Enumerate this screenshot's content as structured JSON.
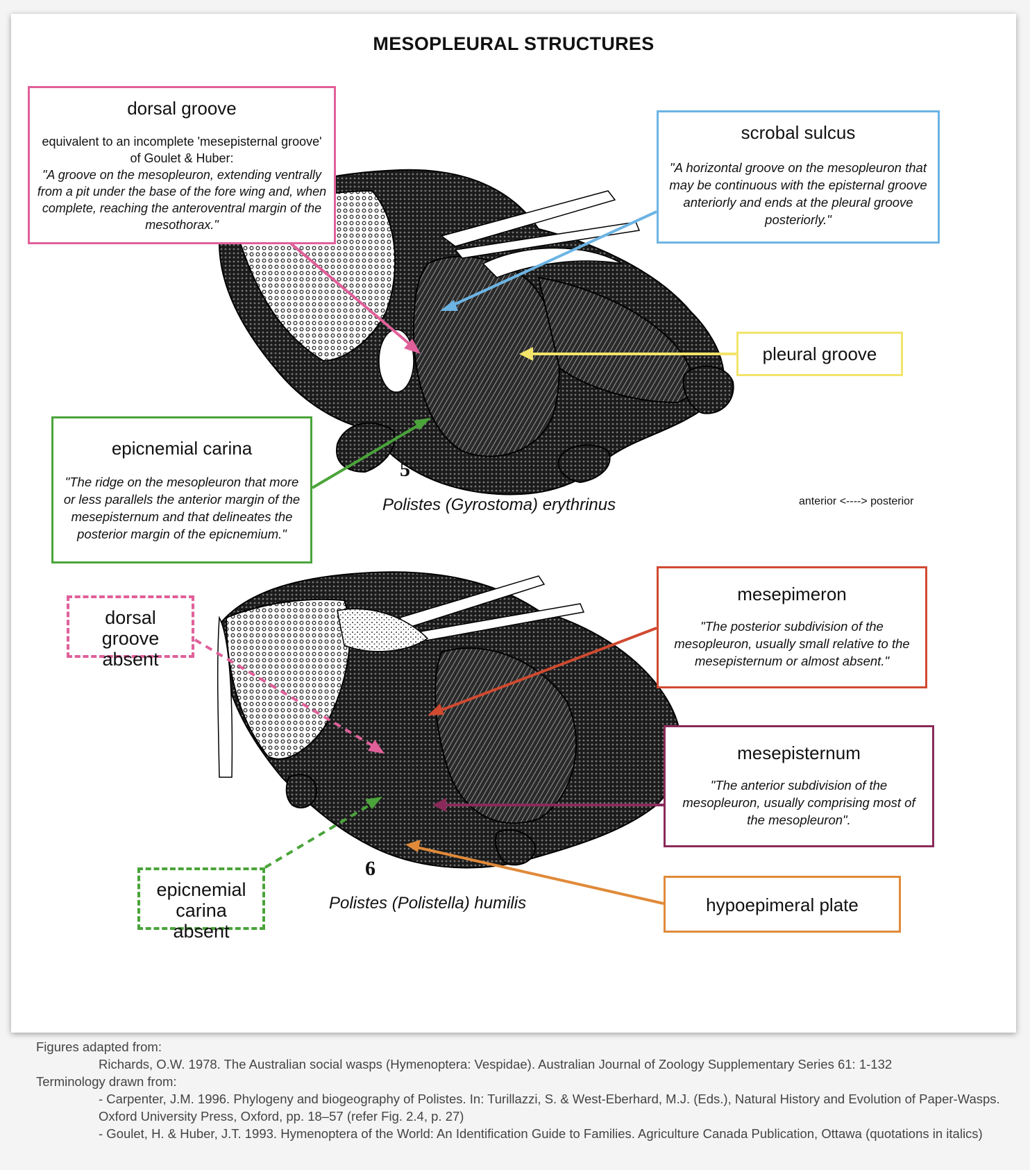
{
  "title": "MESOPLEURAL STRUCTURES",
  "figure5": {
    "number": "5",
    "caption": "Polistes (Gyrostoma) erythrinus"
  },
  "figure6": {
    "number": "6",
    "caption": "Polistes (Polistella) humilis"
  },
  "orientation": "anterior <----> posterior",
  "labels": {
    "dorsal_groove": {
      "head": "dorsal groove",
      "line1": "equivalent to an incomplete 'mesepisternal groove' of Goulet & Huber:",
      "quote": "\"A groove on the mesopleuron, extending ventrally from a pit under the base of the fore wing and, when complete, reaching the anteroventral margin of the mesothorax.\"",
      "color": "#e0609a"
    },
    "scrobal_sulcus": {
      "head": "scrobal sulcus",
      "quote": "\"A horizontal groove on the mesopleuron that may be continuous with the episternal groove anteriorly and ends at the pleural groove posteriorly.\"",
      "color": "#6cb4e4"
    },
    "pleural_groove": {
      "head": "pleural groove",
      "color": "#f2e46a"
    },
    "epicnemial_carina": {
      "head": "epicnemial carina",
      "quote": "\"The ridge on the mesopleuron that more or less parallels the anterior margin of the mesepisternum and that delineates the posterior margin of the epicnemium.\"",
      "color": "#4aa43a"
    },
    "dorsal_groove_absent": {
      "text": "dorsal groove absent",
      "color": "#e0609a"
    },
    "epicnemial_carina_absent": {
      "text": "epicnemial carina absent",
      "color": "#4aa43a"
    },
    "mesepimeron": {
      "head": "mesepimeron",
      "quote": "\"The posterior subdivision of the mesopleuron, usually small relative to the mesepisternum or almost absent.\"",
      "color": "#d04a30"
    },
    "mesepisternum": {
      "head": "mesepisternum",
      "quote": "\"The anterior subdivision of the mesopleuron, usually comprising most of the mesopleuron\".",
      "color": "#8a2a5a"
    },
    "hypoepimeral_plate": {
      "head": "hypoepimeral plate",
      "color": "#e08a3a"
    }
  },
  "references": {
    "adapted_heading": "Figures adapted from:",
    "richards": "Richards, O.W. 1978. The Australian social wasps (Hymenoptera: Vespidae). Australian Journal of Zoology Supplementary Series 61: 1-132",
    "terminology_heading": "Terminology drawn from:",
    "carpenter": "- Carpenter, J.M. 1996. Phylogeny and biogeography of Polistes. In: Turillazzi, S. & West-Eberhard, M.J. (Eds.), Natural History and Evolution of Paper-Wasps. Oxford University Press, Oxford, pp. 18–57 (refer Fig. 2.4, p. 27)",
    "goulet": "- Goulet, H. & Huber, J.T. 1993. Hymenoptera of the World: An Identification Guide to Families. Agriculture Canada Publication, Ottawa (quotations in italics)"
  }
}
